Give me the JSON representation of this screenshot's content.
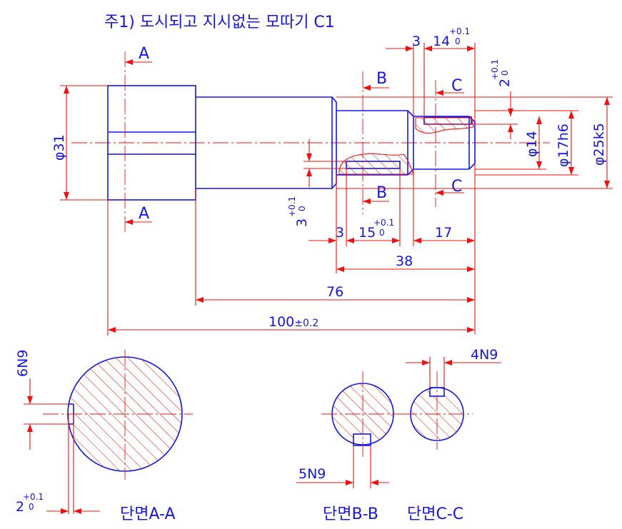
{
  "note": "주1) 도시되고 지시없는 모따기 C1",
  "section_marks": {
    "a": "A",
    "b": "B",
    "c": "C"
  },
  "diameters": {
    "d31": "φ31",
    "d14": "φ14",
    "d17": "φ17h6",
    "d25": "φ25k5"
  },
  "lengths": {
    "l3_top": "3",
    "l14": "14",
    "l3_bot": "3",
    "l15": "15",
    "l17": "17",
    "l38": "38",
    "l76": "76",
    "l100": "100",
    "l100_tol": "±0.2"
  },
  "tolerances": {
    "upper": "+0.1",
    "lower": "0"
  },
  "depths": {
    "d2": "2",
    "d3": "3"
  },
  "keyways": {
    "a": "6N9",
    "b": "5N9",
    "c": "4N9"
  },
  "section_titles": {
    "aa": "단면A-A",
    "bb": "단면B-B",
    "cc": "단면C-C"
  },
  "colors": {
    "object": "#1414e6",
    "dimension": "#f01010",
    "background": "#ffffff"
  }
}
